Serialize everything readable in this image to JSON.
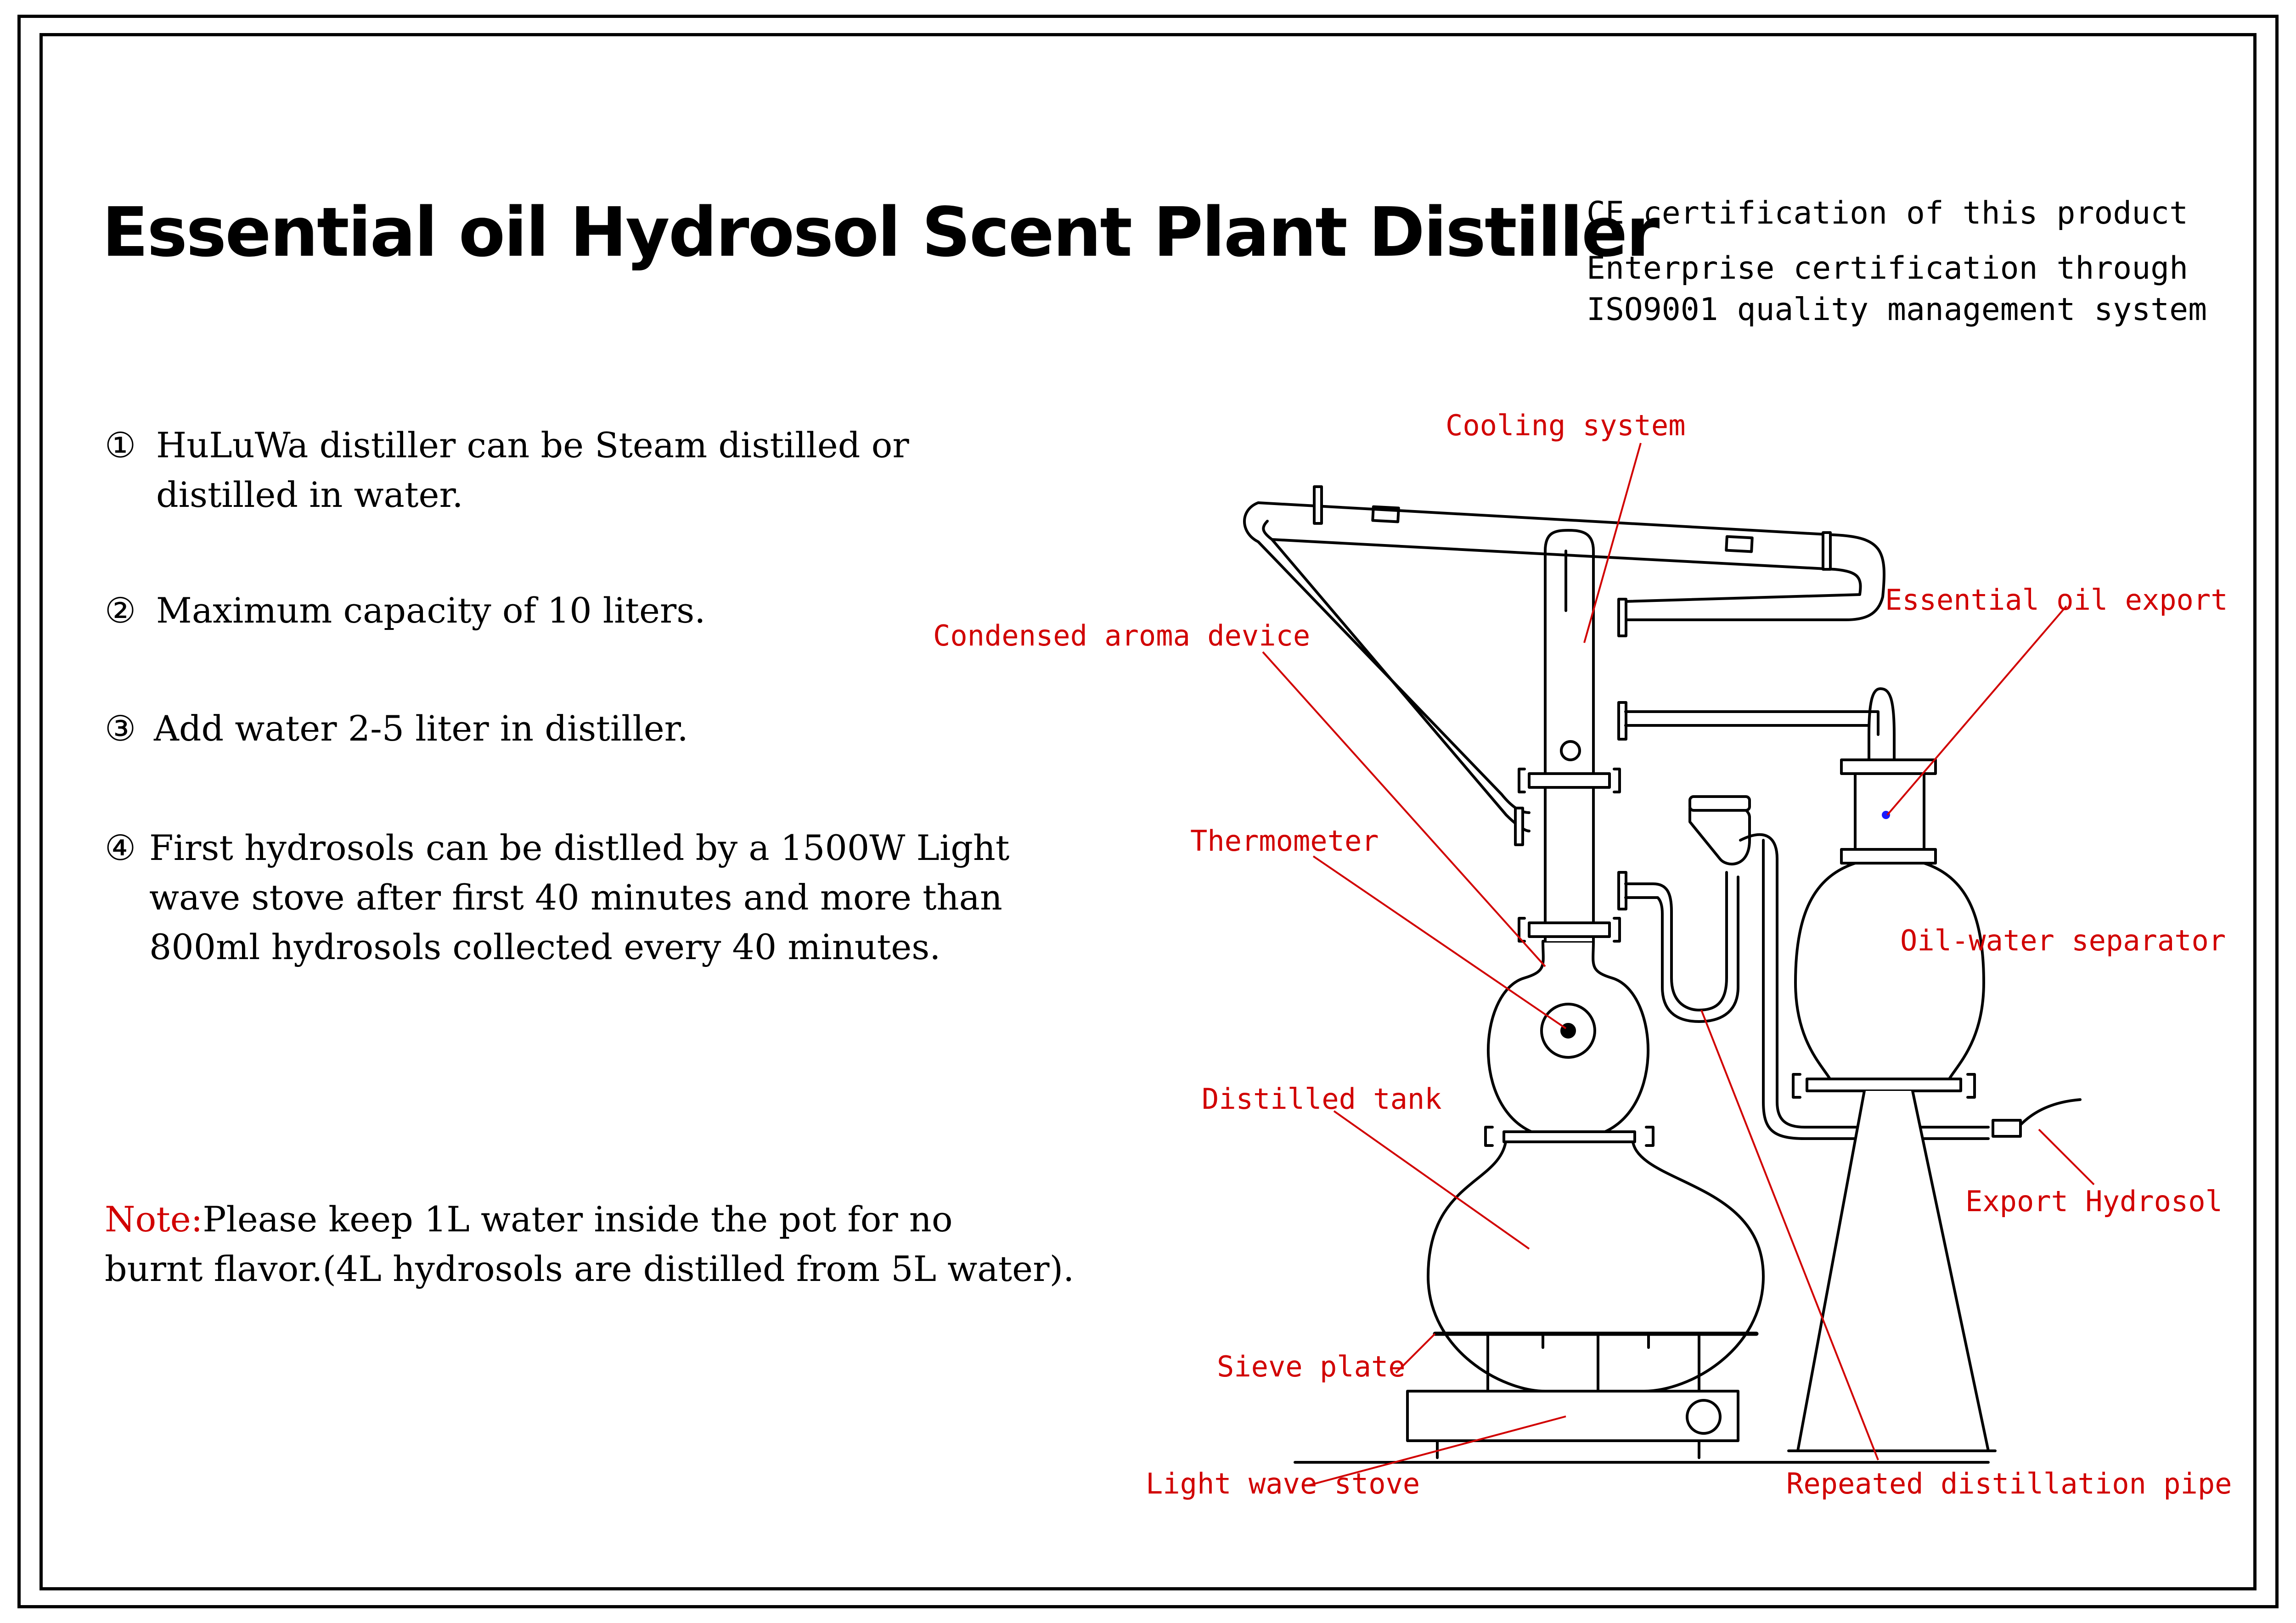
{
  "title": "Essential oil Hydrosol Scent Plant Distiller",
  "certification": {
    "line1": "CE certification of this product",
    "line2": "Enterprise certification through",
    "line3": "ISO9001 quality management system"
  },
  "features": [
    {
      "marker": "①",
      "line1": "HuLuWa distiller can be Steam distilled or",
      "line2": "distilled in water."
    },
    {
      "marker": "②",
      "line1": "Maximum capacity of 10 liters."
    },
    {
      "marker": "③",
      "line1": "Add water 2-5 liter in distiller."
    },
    {
      "marker": "④",
      "line1": "First hydrosols can be distlled by a 1500W Light",
      "line2": "wave stove after first 40 minutes and more than",
      "line3": "800ml hydrosols collected every 40 minutes."
    }
  ],
  "note": {
    "label": "Note:",
    "text1": "Please keep 1L water inside the pot for no",
    "text2": "burnt flavor.(4L hydrosols are distilled from 5L water)."
  },
  "labels": {
    "cooling_system": "Cooling system",
    "condensed_aroma_device": "Condensed aroma device",
    "essential_oil_export": "Essential oil export",
    "thermometer": "Thermometer",
    "oil_water_separator": "Oil-water separator",
    "distilled_tank": "Distilled tank",
    "export_hydrosol": "Export Hydrosol",
    "sieve_plate": "Sieve plate",
    "light_wave_stove": "Light wave stove",
    "repeated_distillation_pipe": "Repeated distillation pipe"
  },
  "colors": {
    "label_red": "#d10000",
    "line_black": "#000000",
    "dot_blue": "#1a1aff"
  }
}
